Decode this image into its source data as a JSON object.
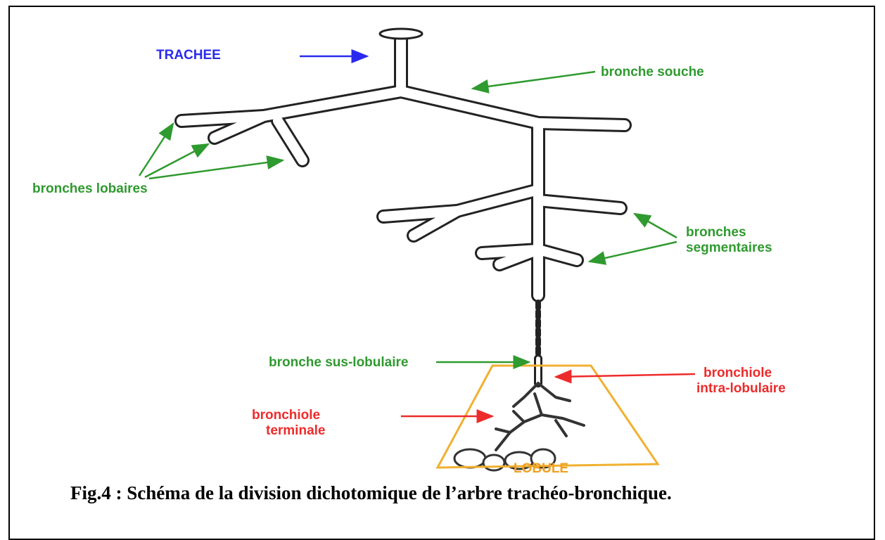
{
  "labels": {
    "trachee": "TRACHEE",
    "bronche_souche": "bronche souche",
    "bronches_lobaires": "bronches lobaires",
    "bronches_segmentaires_1": "bronches",
    "bronches_segmentaires_2": "segmentaires",
    "bronche_sus_lobulaire": "bronche sus-lobulaire",
    "bronchiole_intra_1": "bronchiole",
    "bronchiole_intra_2": "intra-lobulaire",
    "bronchiole_terminale_1": "bronchiole",
    "bronchiole_terminale_2": "terminale",
    "lobule": "LOBULE"
  },
  "caption": "Fig.4 : Schéma de la division dichotomique de l’arbre trachéo-bronchique.",
  "colors": {
    "structure_labels": "#2f9a2f",
    "trachee_label": "#2a2aee",
    "bronchiole_labels": "#ee2b2b",
    "lobule_outline": "#f0b030"
  }
}
